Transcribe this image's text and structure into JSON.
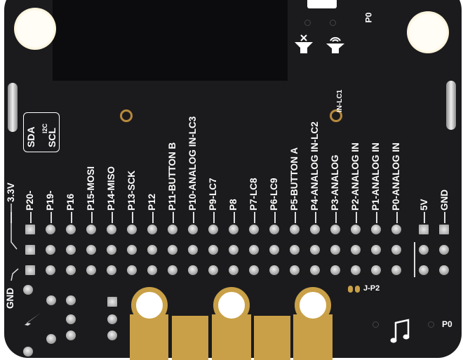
{
  "board": {
    "pin_labels": [
      "P20-",
      "P19-",
      "P16",
      "P15-MOSI",
      "P14-MISO",
      "P13-SCK",
      "P12",
      "P11-BUTTON B",
      "P10-ANALOG IN-LC3",
      "P9-LC7",
      "P8",
      "P7-LC8",
      "P6-LC9",
      "P5-BUTTON A",
      "P4-ANALOG IN-LC2",
      "P3-ANALOG",
      "P2-ANALOG IN",
      "P1-ANALOG IN",
      "P0-ANALOG IN"
    ],
    "p3_suffix": "IN-LC1",
    "power_labels": {
      "v33": "3.3V",
      "v5": "5V",
      "gnd_right": "GND",
      "gnd_left": "GND"
    },
    "i2c": {
      "sda": "SDA",
      "scl": "SCL",
      "tag": "I2C"
    },
    "top_p0": "P0",
    "bottom_p0": "P0",
    "jumper": "J-P2",
    "icons": [
      "speaker-muted-icon",
      "speaker-on-icon",
      "lightning-icon",
      "music-note-icon"
    ],
    "colors": {
      "board": "#1b1b1e",
      "gold": "#c9a047",
      "silkscreen": "#ffffff"
    }
  }
}
